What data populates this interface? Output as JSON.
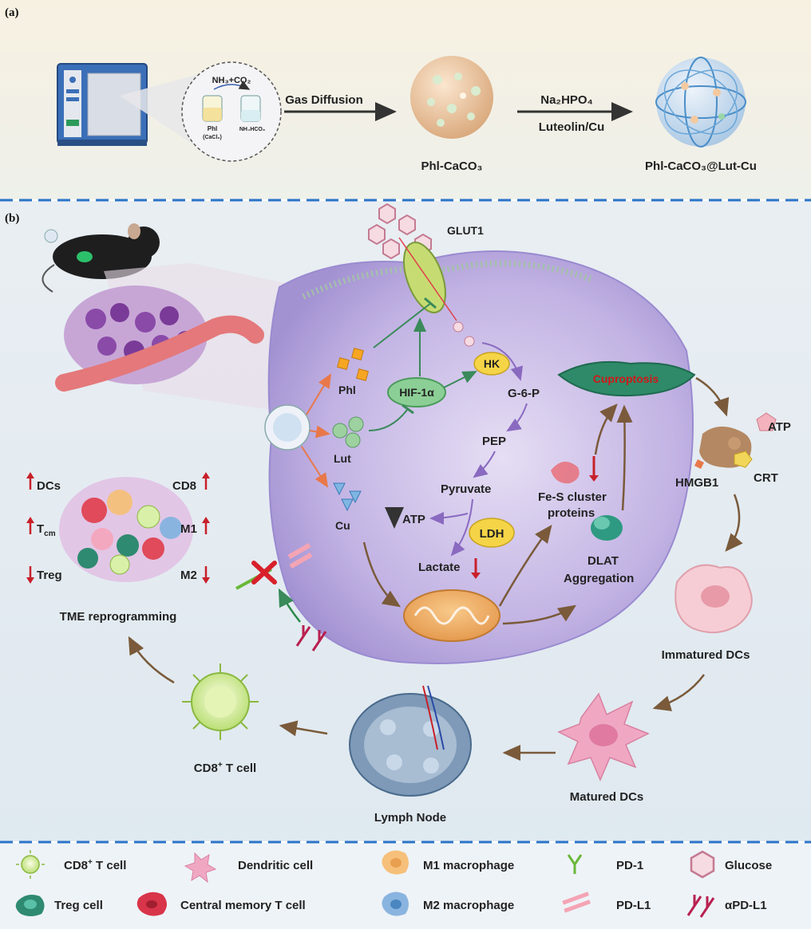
{
  "panel_a": {
    "label": "(a)",
    "oven_gas": "NH₃+CO₂",
    "vial1": "Phl",
    "vial1_sub": "(CaCl₂)",
    "vial2": "NH₄HCO₃",
    "step1": "Gas Diffusion",
    "product1": "Phl-CaCO₃",
    "step2_top": "Na₂HPO₄",
    "step2_bottom": "Luteolin/Cu",
    "product2": "Phl-CaCO₃@Lut-Cu"
  },
  "panel_b": {
    "label": "(b)",
    "glut1": "GLUT1",
    "phl": "Phl",
    "lut": "Lut",
    "cu": "Cu",
    "hif": "HIF-1α",
    "hk": "HK",
    "g6p": "G-6-P",
    "pep": "PEP",
    "pyruvate": "Pyruvate",
    "atp_cell": "ATP",
    "ldh": "LDH",
    "lactate": "Lactate",
    "fes_1": "Fe-S cluster",
    "fes_2": "proteins",
    "dlat_1": "DLAT",
    "dlat_2": "Aggregation",
    "cuproptosis": "Cuproptosis",
    "atp_out": "ATP",
    "hmgb1": "HMGB1",
    "crt": "CRT",
    "immature_dcs": "Immatured DCs",
    "matured_dcs": "Matured DCs",
    "lymph_node": "Lymph Node",
    "cd8_cell_1": "CD8",
    "cd8_cell_sup": "+",
    "cd8_cell_2": " T cell",
    "tme": "TME reprogramming",
    "tme_dcs": "DCs",
    "tme_cd8": "CD8",
    "tme_tcm": "T",
    "tme_tcm_sub": "cm",
    "tme_m1": "M1",
    "tme_treg": "Treg",
    "tme_m2": "M2"
  },
  "legend": {
    "cd8_1": "CD8",
    "cd8_sup": "+",
    "cd8_2": " T cell",
    "dendritic": "Dendritic cell",
    "m1": "M1 macrophage",
    "pd1": "PD-1",
    "glucose": "Glucose",
    "treg": "Treg cell",
    "tcm": "Central memory T cell",
    "m2": "M2 macrophage",
    "pdl1": "PD-L1",
    "apdl1": "αPD-L1"
  },
  "colors": {
    "panel_a_bg": "#f6f0e0",
    "panel_b_bg": "#e8eef2",
    "divider": "#2b74c9",
    "cell": "#b7a8dc",
    "red_arrow": "#c8202a",
    "hif_fill": "#8ccf96",
    "enzyme_fill": "#f5d447",
    "cuproptosis_fill": "#2e8a68"
  }
}
